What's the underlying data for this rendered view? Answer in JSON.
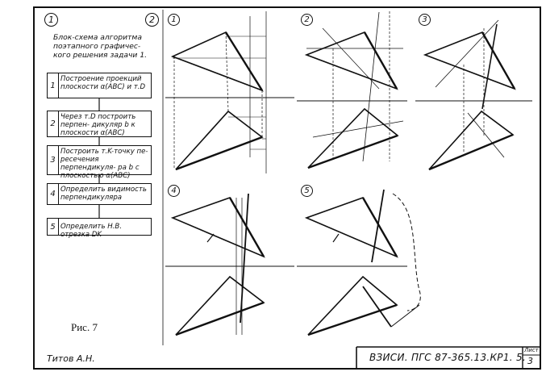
{
  "sheet": {
    "header_circle_1": "1",
    "header_circle_2": "2",
    "flow_title": "Блок-схема алгоритма поэтапного графичес- кого решения задачи 1.",
    "steps": [
      {
        "num": "1",
        "text": "Построение проекций плоскости α(ABC) и т.D"
      },
      {
        "num": "2",
        "text": "Через т.D построить перпен- дикуляр b к плоскости α(ABC)"
      },
      {
        "num": "3",
        "text": "Построить т.K-точку пе- ресечения перпендикуля- ра b с плоскостью α(ABC)"
      },
      {
        "num": "4",
        "text": "Определить видимость перпендикуляра"
      },
      {
        "num": "5",
        "text": "Определить Н.В. отрезка DK"
      }
    ],
    "figure_caption": "Рис. 7",
    "author": "Титов А.Н.",
    "stamp_code": "ВЗИСИ. ПГС 87-365.13.КР1. 5.",
    "sheet_label": "Лист",
    "sheet_number": "3"
  },
  "panels": [
    {
      "num": "1"
    },
    {
      "num": "2"
    },
    {
      "num": "3"
    },
    {
      "num": "4"
    },
    {
      "num": "5"
    }
  ]
}
